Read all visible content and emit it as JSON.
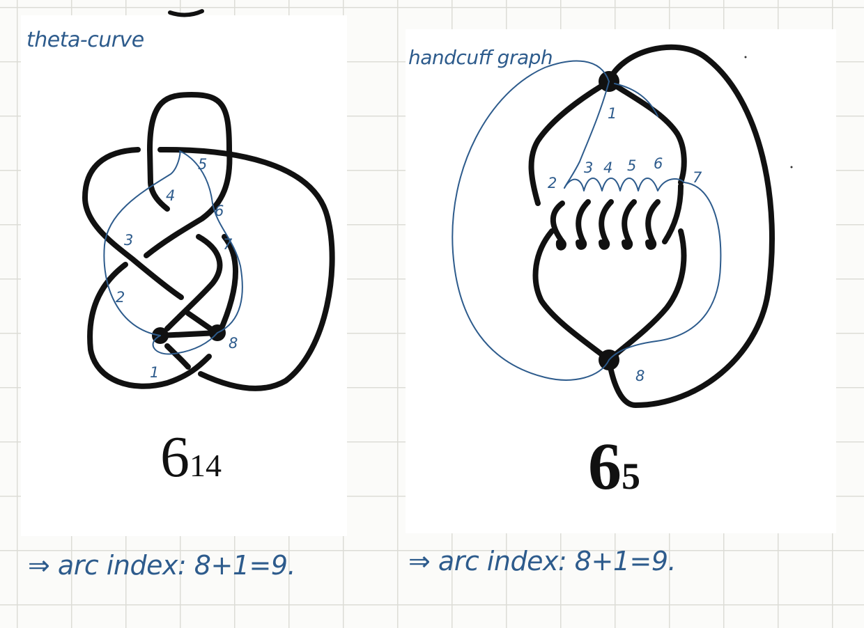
{
  "left": {
    "handwritten_label": "theta-curve",
    "knot_name": {
      "base": "6",
      "index": "14"
    },
    "arc_numbers": [
      "1",
      "2",
      "3",
      "4",
      "5",
      "6",
      "7",
      "8"
    ],
    "result": "⇒ arc index: 8+1=9."
  },
  "right": {
    "handwritten_label": "handcuff graph",
    "knot_name": {
      "base": "6",
      "index": "5"
    },
    "arc_numbers": [
      "1",
      "2",
      "3",
      "4",
      "5",
      "6",
      "7",
      "8"
    ],
    "result": "⇒ arc index: 8+1=9."
  },
  "colors": {
    "ink": "#111111",
    "pen": "#2d5b8c",
    "grid": "#dcdcd6"
  }
}
